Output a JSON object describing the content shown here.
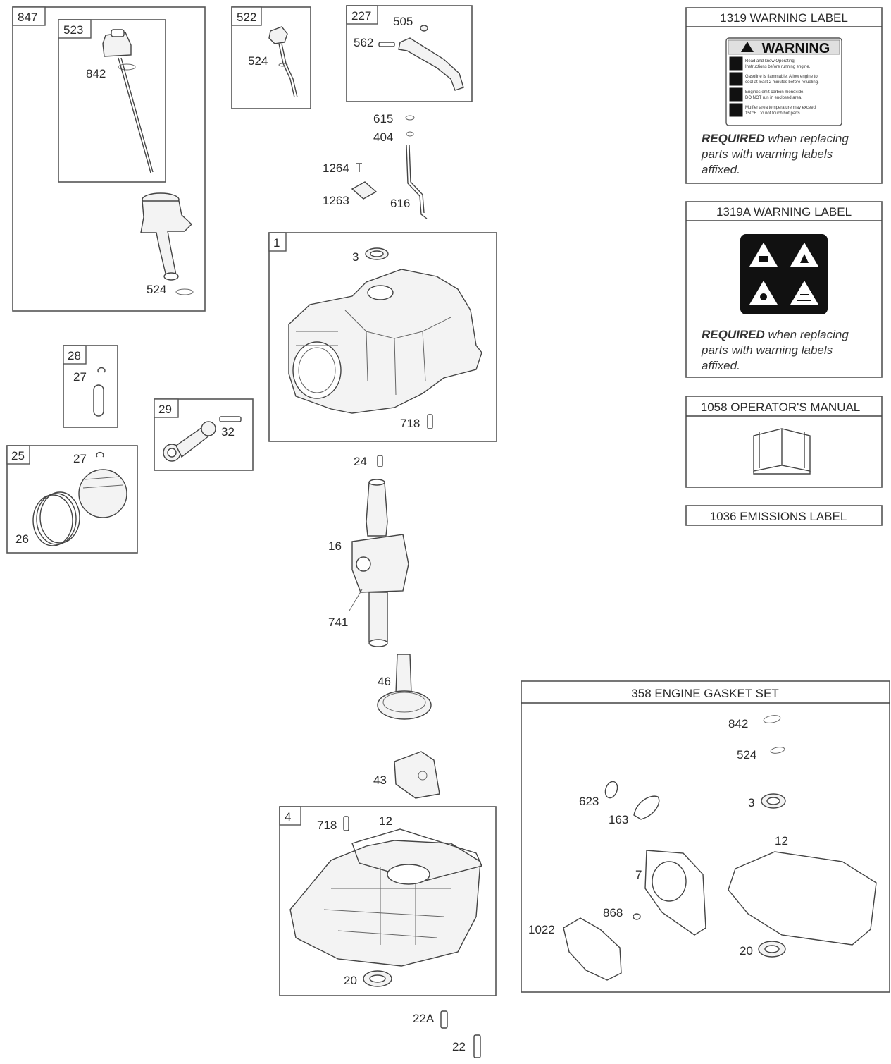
{
  "tags": {
    "t847": "847",
    "t523": "523",
    "t522": "522",
    "t227": "227",
    "t1": "1",
    "t28": "28",
    "t29": "29",
    "t25": "25",
    "t4": "4"
  },
  "labels": {
    "l842a": "842",
    "l524a": "524",
    "l524b": "524",
    "l505": "505",
    "l562": "562",
    "l615": "615",
    "l404": "404",
    "l1264": "1264",
    "l1263": "1263",
    "l616": "616",
    "l3a": "3",
    "l718a": "718",
    "l27a": "27",
    "l32": "32",
    "l27b": "27",
    "l26": "26",
    "l24": "24",
    "l16": "16",
    "l741": "741",
    "l46": "46",
    "l43": "43",
    "l718b": "718",
    "l12a": "12",
    "l20a": "20",
    "l22A": "22A",
    "l22": "22",
    "l842b": "842",
    "l524c": "524",
    "l623": "623",
    "l163": "163",
    "l3b": "3",
    "l12b": "12",
    "l7": "7",
    "l868": "868",
    "l1022": "1022",
    "l20b": "20"
  },
  "panels": {
    "warning_label": {
      "title": "1319 WARNING LABEL",
      "sticker_heading": "WARNING",
      "sticker_lines": [
        "Read and know Operating",
        "Instructions before running engine.",
        "Gasoline is flammable. Allow engine to",
        "cool at least 2 minutes before refueling.",
        "Engines emit carbon monoxide.",
        "DO NOT run in enclosed area.",
        "Muffler area temperature may exceed",
        "150°F. Do not touch hot parts."
      ],
      "required_bold": "REQUIRED",
      "required_line1": " when replacing",
      "required_line2": "parts with warning labels",
      "required_line3": "affixed."
    },
    "warning_label_a": {
      "title": "1319A WARNING LABEL",
      "required_bold": "REQUIRED",
      "required_line1": " when replacing",
      "required_line2": "parts with warning labels",
      "required_line3": "affixed."
    },
    "operators_manual": {
      "title": "1058 OPERATOR'S MANUAL"
    },
    "emissions_label": {
      "title": "1036 EMISSIONS LABEL"
    },
    "gasket_set": {
      "title": "358 ENGINE GASKET SET"
    }
  }
}
